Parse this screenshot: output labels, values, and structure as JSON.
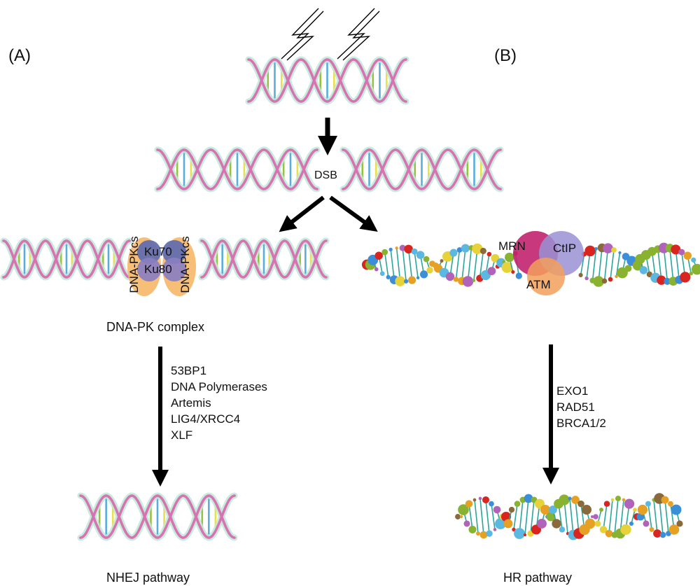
{
  "panel_labels": {
    "a": "(A)",
    "b": "(B)"
  },
  "labels": {
    "dsb": "DSB",
    "dna_pkcs": "DNA-PKcs",
    "ku70": "Ku70",
    "ku80": "Ku80",
    "mrn": "MRN",
    "ctip": "CtIP",
    "atm": "ATM",
    "dna_pk_complex": "DNA-PK complex",
    "nhej_pathway": "NHEJ pathway",
    "hr_pathway": "HR pathway"
  },
  "nhej_factors": [
    "53BP1",
    "DNA Polymerases",
    "Artemis",
    "LIG4/XRCC4",
    "XLF"
  ],
  "hr_factors": [
    "EXO1",
    "RAD51",
    "BRCA1/2"
  ],
  "colors": {
    "strand_pink": "#d873b2",
    "strand_halo": "#bfe8d8",
    "rung_yellow": "#e9e04a",
    "rung_green": "#96c23f",
    "rung_blue": "#5aaedc",
    "ku": "#6670b0",
    "pkcs": "#f5b767",
    "mrn": "#c2226f",
    "ctip": "#9a92d4",
    "atm": "#f2a05c",
    "helix_teal": "#2aa69a"
  }
}
